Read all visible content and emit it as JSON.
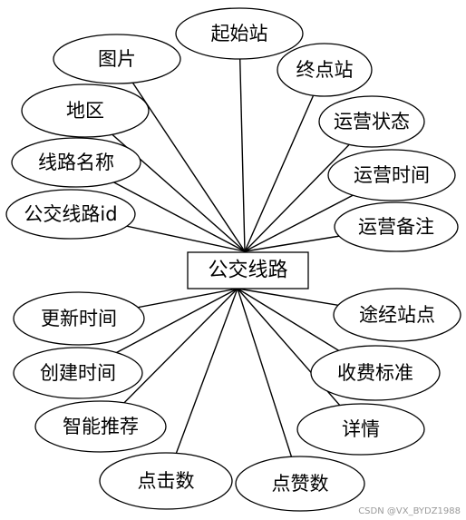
{
  "entity": {
    "label": "公交线路"
  },
  "attributes": [
    {
      "key": "start_station",
      "label": "起始站"
    },
    {
      "key": "image",
      "label": "图片"
    },
    {
      "key": "end_station",
      "label": "终点站"
    },
    {
      "key": "region",
      "label": "地区"
    },
    {
      "key": "operating_status",
      "label": "运营状态"
    },
    {
      "key": "route_name",
      "label": "线路名称"
    },
    {
      "key": "operating_time",
      "label": "运营时间"
    },
    {
      "key": "route_id",
      "label": "公交线路id"
    },
    {
      "key": "operating_remarks",
      "label": "运营备注"
    },
    {
      "key": "update_time",
      "label": "更新时间"
    },
    {
      "key": "via_stations",
      "label": "途经站点"
    },
    {
      "key": "create_time",
      "label": "创建时间"
    },
    {
      "key": "fare_standard",
      "label": "收费标准"
    },
    {
      "key": "smart_recommend",
      "label": "智能推荐"
    },
    {
      "key": "details",
      "label": "详情"
    },
    {
      "key": "click_count",
      "label": "点击数"
    },
    {
      "key": "like_count",
      "label": "点赞数"
    }
  ],
  "watermark": "CSDN @VX_BYDZ1988"
}
